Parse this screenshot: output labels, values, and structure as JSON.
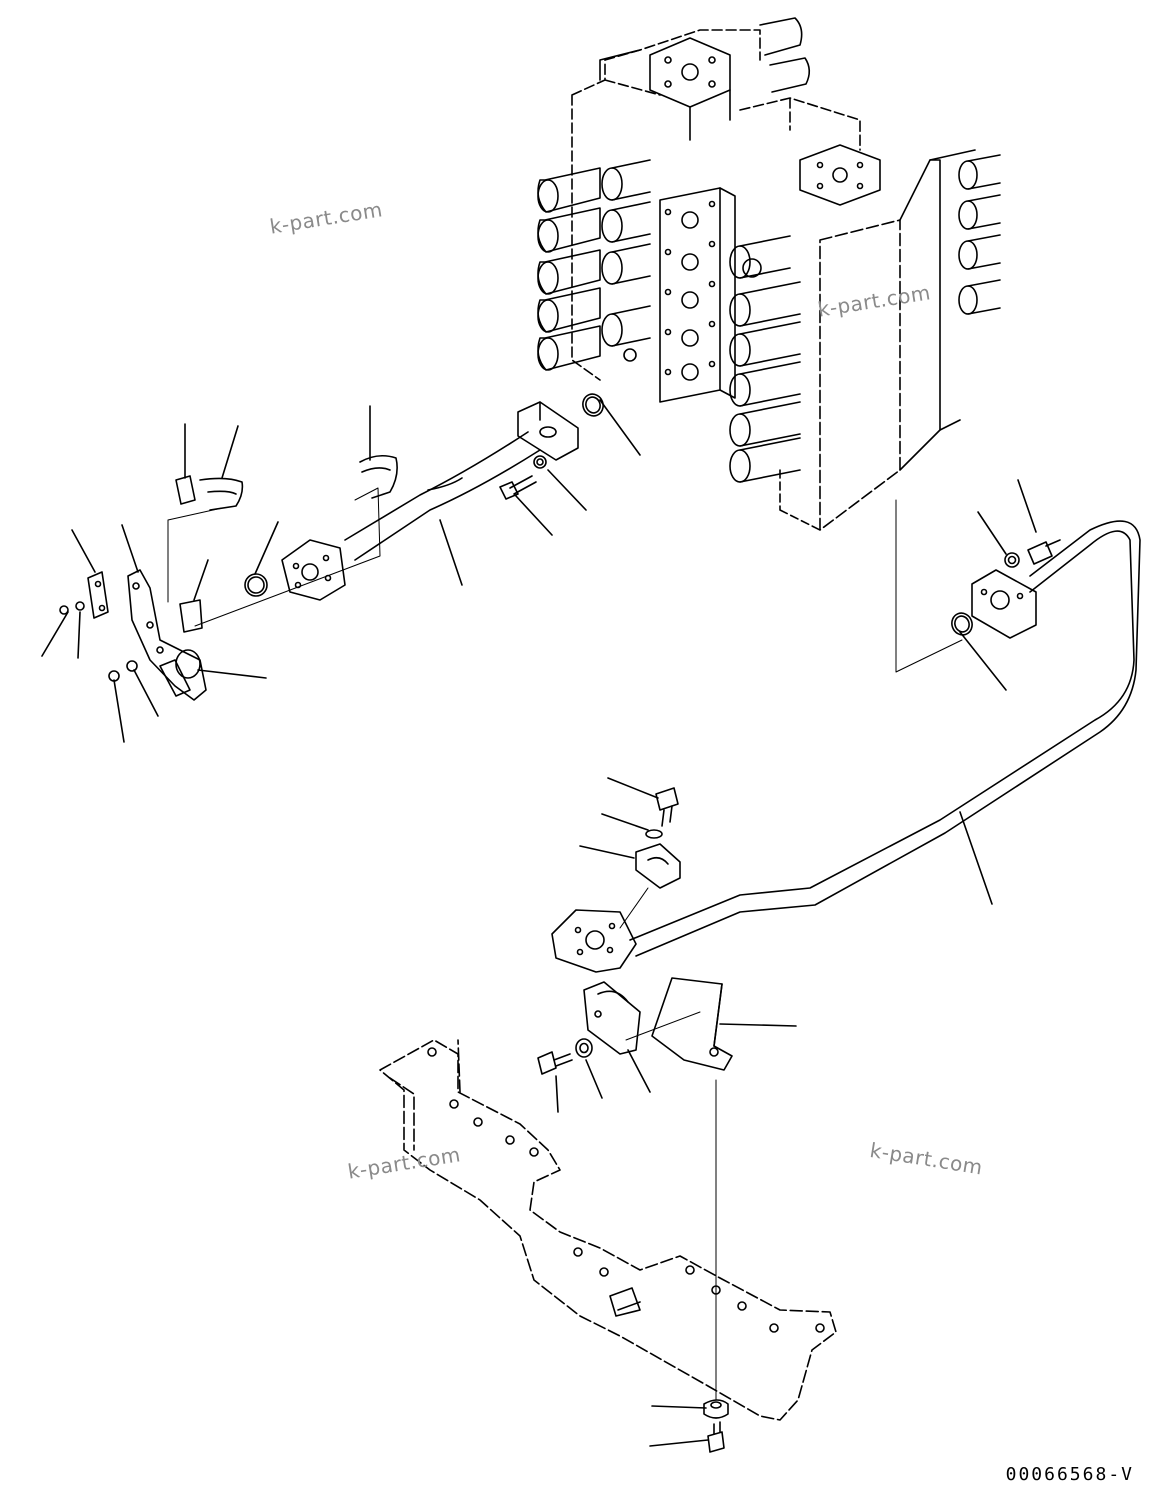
{
  "drawing": {
    "code": "00066568-V",
    "watermarks": [
      "k-part.com",
      "k-part.com",
      "k-part.com",
      "k-part.com"
    ]
  },
  "colors": {
    "line": "#000000",
    "paper": "#ffffff",
    "watermark": "#8a8a8a"
  }
}
